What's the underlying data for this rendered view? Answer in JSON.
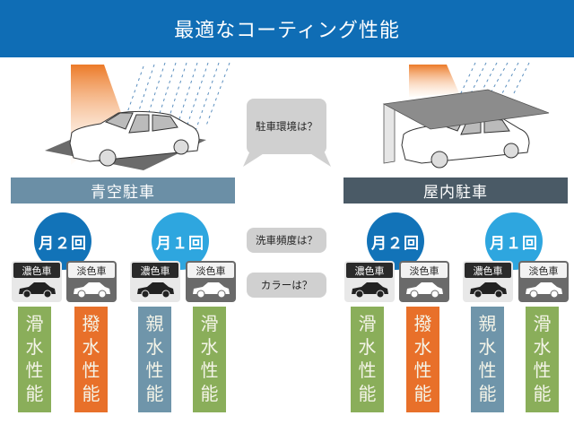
{
  "header": {
    "title": "最適なコーティング性能"
  },
  "colors": {
    "header_bg": "#0f6db5",
    "open_banner": "#6b8fa6",
    "indoor_banner": "#4a5a66",
    "freq_twice": "#1273b8",
    "freq_once": "#2ea6df",
    "water_slide": "#8aae5a",
    "water_repel": "#e8702a",
    "hydrophilic": "#6f95aa",
    "bubble": "#d0d0d0"
  },
  "questions": {
    "environment": "駐車環境は？",
    "frequency": "洗車頻度は？",
    "color": "カラーは？"
  },
  "sections": [
    {
      "id": "open",
      "label": "青空駐車",
      "groups": [
        {
          "frequency": "月２回",
          "cars": [
            {
              "label": "濃色車",
              "performance": [
                "滑",
                "水",
                "性",
                "能"
              ],
              "color": "#8aae5a"
            },
            {
              "label": "淡色車",
              "performance": [
                "撥",
                "水",
                "性",
                "能"
              ],
              "color": "#e8702a"
            }
          ]
        },
        {
          "frequency": "月１回",
          "cars": [
            {
              "label": "濃色車",
              "performance": [
                "親",
                "水",
                "性",
                "能"
              ],
              "color": "#6f95aa"
            },
            {
              "label": "淡色車",
              "performance": [
                "滑",
                "水",
                "性",
                "能"
              ],
              "color": "#8aae5a"
            }
          ]
        }
      ]
    },
    {
      "id": "indoor",
      "label": "屋内駐車",
      "groups": [
        {
          "frequency": "月２回",
          "cars": [
            {
              "label": "濃色車",
              "performance": [
                "滑",
                "水",
                "性",
                "能"
              ],
              "color": "#8aae5a"
            },
            {
              "label": "淡色車",
              "performance": [
                "撥",
                "水",
                "性",
                "能"
              ],
              "color": "#e8702a"
            }
          ]
        },
        {
          "frequency": "月１回",
          "cars": [
            {
              "label": "濃色車",
              "performance": [
                "親",
                "水",
                "性",
                "能"
              ],
              "color": "#6f95aa"
            },
            {
              "label": "淡色車",
              "performance": [
                "滑",
                "水",
                "性",
                "能"
              ],
              "color": "#8aae5a"
            }
          ]
        }
      ]
    }
  ]
}
